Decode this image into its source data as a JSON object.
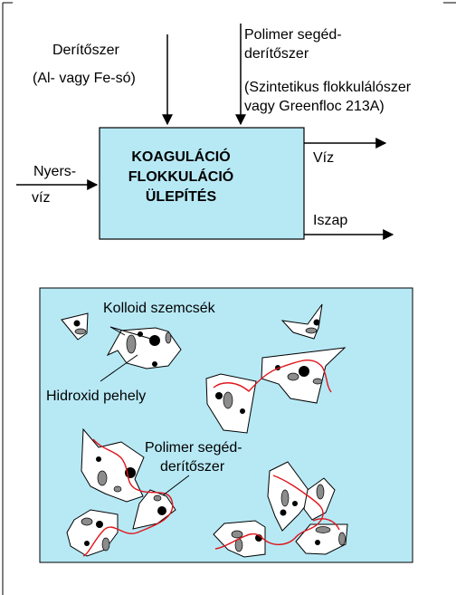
{
  "process": {
    "input_coagulant_line1": "Derítőszer",
    "input_coagulant_line2": "(Al- vagy Fe-só)",
    "input_polymer_line1": "Polimer segéd-",
    "input_polymer_line2": "derítőszer",
    "input_polymer_note_line1": "(Szintetikus flokkulálószer",
    "input_polymer_note_line2": "vagy Greenfloc 213A)",
    "input_raw_line1": "Nyers-",
    "input_raw_line2": "víz",
    "box_line1": "KOAGULÁCIÓ",
    "box_line2": "FLOKKULÁCIÓ",
    "box_line3": "ÜLEPÍTÉS",
    "output_water": "Víz",
    "output_sludge": "Iszap"
  },
  "illustration": {
    "label_colloid": "Kolloid szemcsék",
    "label_hydroxide": "Hidroxid pehely",
    "label_polymer_line1": "Polimer segéd-",
    "label_polymer_line2": "derítőszer"
  },
  "colors": {
    "box_fill": "#b7e9f5",
    "panel_fill": "#b7e9f5",
    "polymer_chain": "#e0141b",
    "particle_gray": "#8c8c8c"
  }
}
